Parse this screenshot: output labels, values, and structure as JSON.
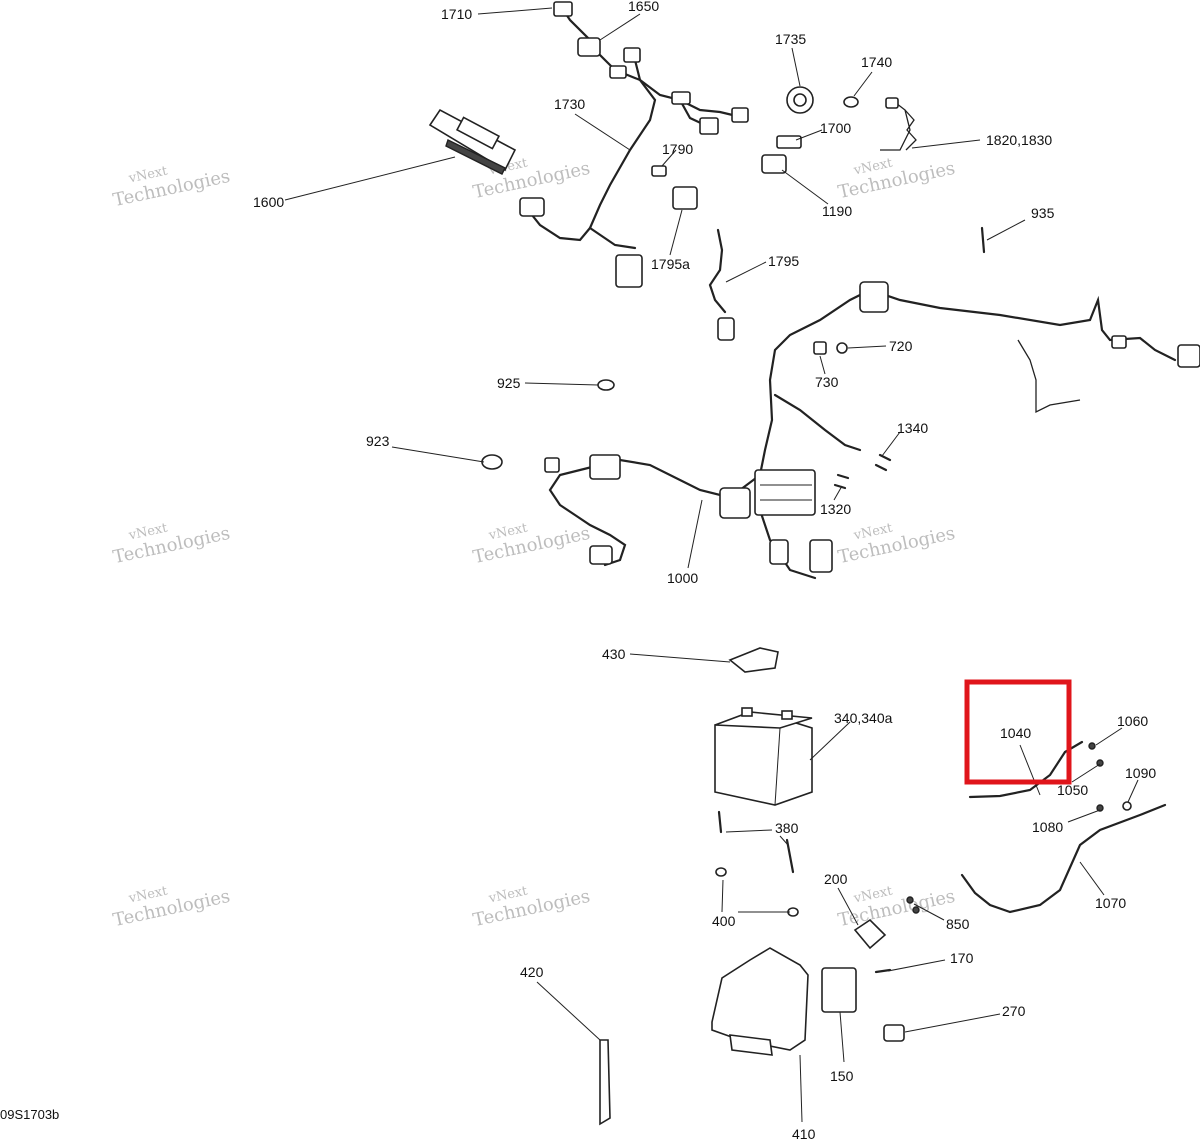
{
  "diagram_id": "09S1703b",
  "callouts": [
    "1710",
    "1650",
    "1735",
    "1740",
    "1730",
    "1700",
    "1820,1830",
    "1790",
    "1600",
    "1190",
    "935",
    "1795a",
    "1795",
    "720",
    "730",
    "925",
    "1340",
    "923",
    "1320",
    "1000",
    "430",
    "340,340a",
    "1040",
    "1060",
    "1050",
    "1090",
    "1080",
    "380",
    "200",
    "1070",
    "400",
    "850",
    "170",
    "420",
    "270",
    "150",
    "410"
  ],
  "highlight": {
    "label": "1040",
    "color": "#e0151b"
  },
  "watermark": {
    "line1": "vNext",
    "line2": "Technologies"
  }
}
